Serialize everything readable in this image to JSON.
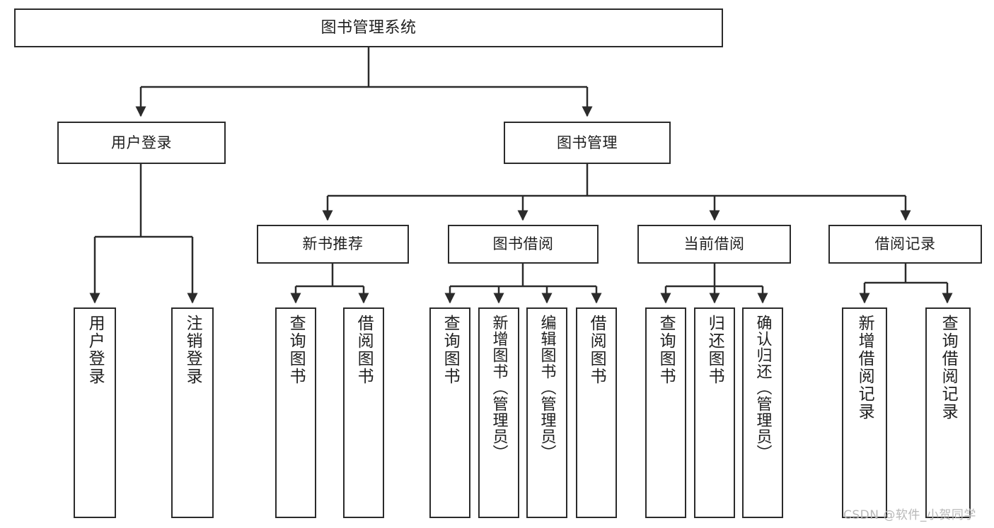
{
  "diagram": {
    "title": "图书管理系统",
    "type": "hierarchy-tree",
    "watermark": "CSDN @软件_小贺同学",
    "colors": {
      "node_border": "#2b2b2b",
      "node_fill": "#ffffff",
      "edge": "#2b2b2b",
      "text": "#1f1f1f",
      "watermark": "#b8b8b8",
      "background": "#ffffff"
    }
  },
  "nodes": {
    "root": {
      "label": "图书管理系统",
      "level": 0
    },
    "level1": [
      {
        "id": "user-login",
        "label": "用户登录"
      },
      {
        "id": "book-manage",
        "label": "图书管理"
      }
    ],
    "level2": [
      {
        "id": "new-book-recommend",
        "label": "新书推荐"
      },
      {
        "id": "book-borrow",
        "label": "图书借阅"
      },
      {
        "id": "current-borrow",
        "label": "当前借阅"
      },
      {
        "id": "borrow-record",
        "label": "借阅记录"
      }
    ],
    "leaves": [
      {
        "id": "leaf-user-login",
        "label": "用户登录",
        "parent": "user-login"
      },
      {
        "id": "leaf-logout-login",
        "label": "注销登录",
        "parent": "user-login"
      },
      {
        "id": "leaf-query-book-1",
        "label": "查询图书",
        "parent": "new-book-recommend"
      },
      {
        "id": "leaf-borrow-book-1",
        "label": "借阅图书",
        "parent": "new-book-recommend"
      },
      {
        "id": "leaf-query-book-2",
        "label": "查询图书",
        "parent": "book-borrow"
      },
      {
        "id": "leaf-add-book",
        "label": "新增图书（管理员）",
        "parent": "book-borrow"
      },
      {
        "id": "leaf-edit-book",
        "label": "编辑图书（管理员）",
        "parent": "book-borrow"
      },
      {
        "id": "leaf-borrow-book-2",
        "label": "借阅图书",
        "parent": "book-borrow"
      },
      {
        "id": "leaf-query-book-3",
        "label": "查询图书",
        "parent": "current-borrow"
      },
      {
        "id": "leaf-return-book",
        "label": "归还图书",
        "parent": "current-borrow"
      },
      {
        "id": "leaf-confirm-return",
        "label": "确认归还（管理员）",
        "parent": "current-borrow"
      },
      {
        "id": "leaf-add-record",
        "label": "新增借阅记录",
        "parent": "borrow-record"
      },
      {
        "id": "leaf-query-record",
        "label": "查询借阅记录",
        "parent": "borrow-record"
      }
    ]
  }
}
